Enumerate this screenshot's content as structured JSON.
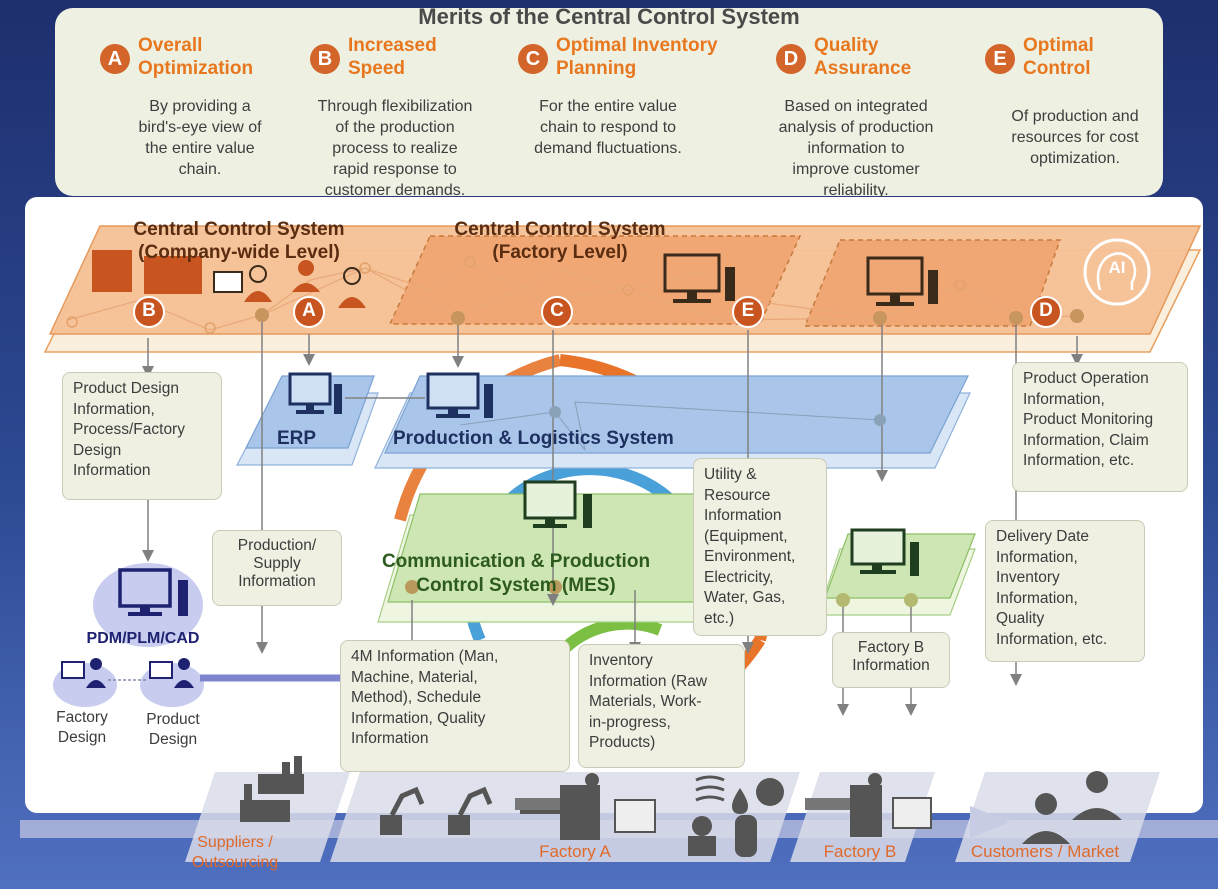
{
  "title": "Merits of the Central Control System",
  "merits": [
    {
      "letter": "A",
      "title_l1": "Overall",
      "title_l2": "Optimization",
      "desc": [
        "By providing a",
        "bird's-eye view of",
        "the entire value",
        "chain."
      ]
    },
    {
      "letter": "B",
      "title_l1": "Increased",
      "title_l2": "Speed",
      "desc": [
        "Through flexibilization",
        "of the production",
        "process to realize",
        "rapid response to",
        "customer demands."
      ]
    },
    {
      "letter": "C",
      "title_l1": "Optimal Inventory",
      "title_l2": "Planning",
      "desc": [
        "For the entire value",
        "chain to respond to",
        "demand fluctuations."
      ]
    },
    {
      "letter": "D",
      "title_l1": "Quality",
      "title_l2": "Assurance",
      "desc": [
        "Based on integrated",
        "analysis of production",
        "information to",
        "improve customer",
        "reliability."
      ]
    },
    {
      "letter": "E",
      "title_l1": "Optimal",
      "title_l2": "Control",
      "desc": [
        "Of production and",
        "resources for cost",
        "optimization."
      ]
    }
  ],
  "layers": {
    "ccs_company_l1": "Central Control System",
    "ccs_company_l2": "(Company-wide Level)",
    "ccs_factory_l1": "Central Control System",
    "ccs_factory_l2": "(Factory Level)",
    "ai_label": "AI",
    "erp": "ERP",
    "pls": "Production & Logistics System",
    "mes_l1": "Communication & Production",
    "mes_l2": "Control System (MES)",
    "pdm": "PDM/PLM/CAD",
    "factory_design_l1": "Factory",
    "factory_design_l2": "Design",
    "product_design_l1": "Product",
    "product_design_l2": "Design"
  },
  "info_boxes": {
    "product_design": [
      "Product Design",
      "Information,",
      "Process/Factory",
      "Design",
      "Information"
    ],
    "production_supply": [
      "Production/",
      "Supply",
      "Information"
    ],
    "four_m": [
      "4M Information (Man,",
      "Machine, Material,",
      "Method), Schedule",
      "Information, Quality",
      "Information"
    ],
    "inventory": [
      "Inventory",
      "Information (Raw",
      "Materials, Work-",
      "in-progress,",
      "Products)"
    ],
    "utility": [
      "Utility &",
      "Resource",
      "Information",
      "(Equipment,",
      "Environment,",
      "Electricity,",
      "Water, Gas,",
      "etc.)"
    ],
    "factory_b": [
      "Factory B",
      "Information"
    ],
    "product_operation": [
      "Product Operation",
      "Information,",
      "Product Monitoring",
      "Information, Claim",
      "Information, etc."
    ],
    "delivery": [
      "Delivery Date",
      "Information,",
      "Inventory",
      "Information,",
      "Quality",
      "Information, etc."
    ]
  },
  "bottom": {
    "suppliers_l1": "Suppliers /",
    "suppliers_l2": "Outsourcing",
    "factory_a": "Factory A",
    "factory_b": "Factory B",
    "customers": "Customers / Market"
  },
  "colors": {
    "orange": "#e8781f",
    "badge": "#d4652a",
    "blue_layer": "#a9c6ea",
    "green_layer": "#cde6b4",
    "navy": "#1e2f6e"
  }
}
